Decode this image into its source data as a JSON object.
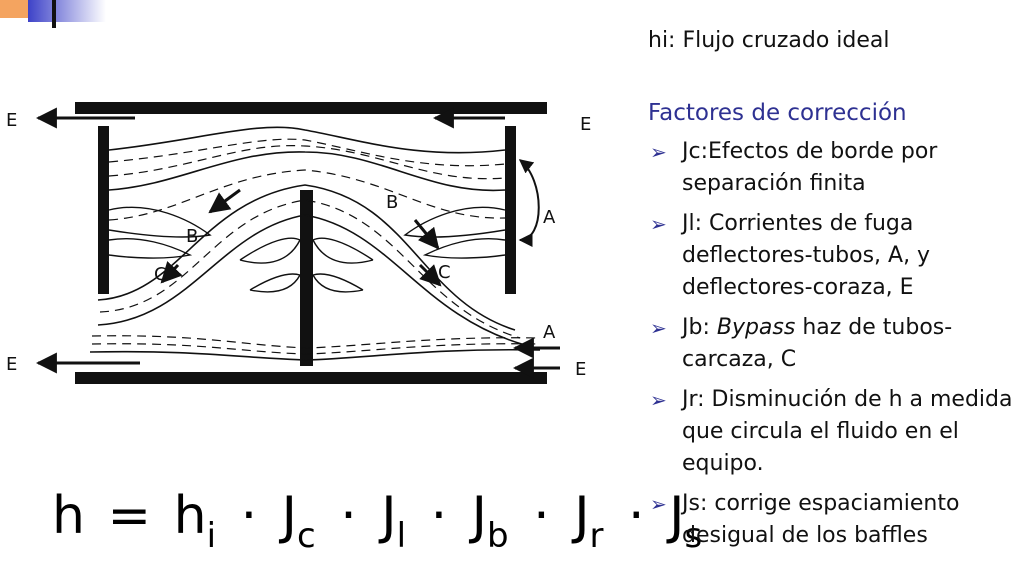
{
  "diagram": {
    "labels": {
      "E": "E",
      "A": "A",
      "B": "B",
      "C": "C"
    }
  },
  "formula": {
    "h": "h",
    "equals": "=",
    "h_i": "h",
    "h_i_sub": "i",
    "dot": "·",
    "J": "J",
    "sub_c": "c",
    "sub_l": "l",
    "sub_b": "b",
    "sub_r": "r",
    "sub_s": "s"
  },
  "right": {
    "ideal": "hi: Flujo cruzado ideal",
    "heading": "Factores de corrección",
    "bullet_glyph": "➢",
    "items": [
      {
        "text": "Jc:Efectos de borde por separación finita"
      },
      {
        "text": "Jl: Corrientes de fuga deflectores-tubos, A, y deflectores-coraza, E"
      },
      {
        "prefix": "Jb: ",
        "italic": "Bypass",
        "suffix": " haz de tubos-carcaza, C"
      },
      {
        "text": "Jr: Disminución de h a medida que circula el fluido en el equipo."
      },
      {
        "text": "Js: corrige espaciamiento desigual de los baffles"
      }
    ]
  },
  "colors": {
    "heading": "#2e3192",
    "deco_blue": "#4a4fd0",
    "deco_orange": "#f4a460"
  }
}
